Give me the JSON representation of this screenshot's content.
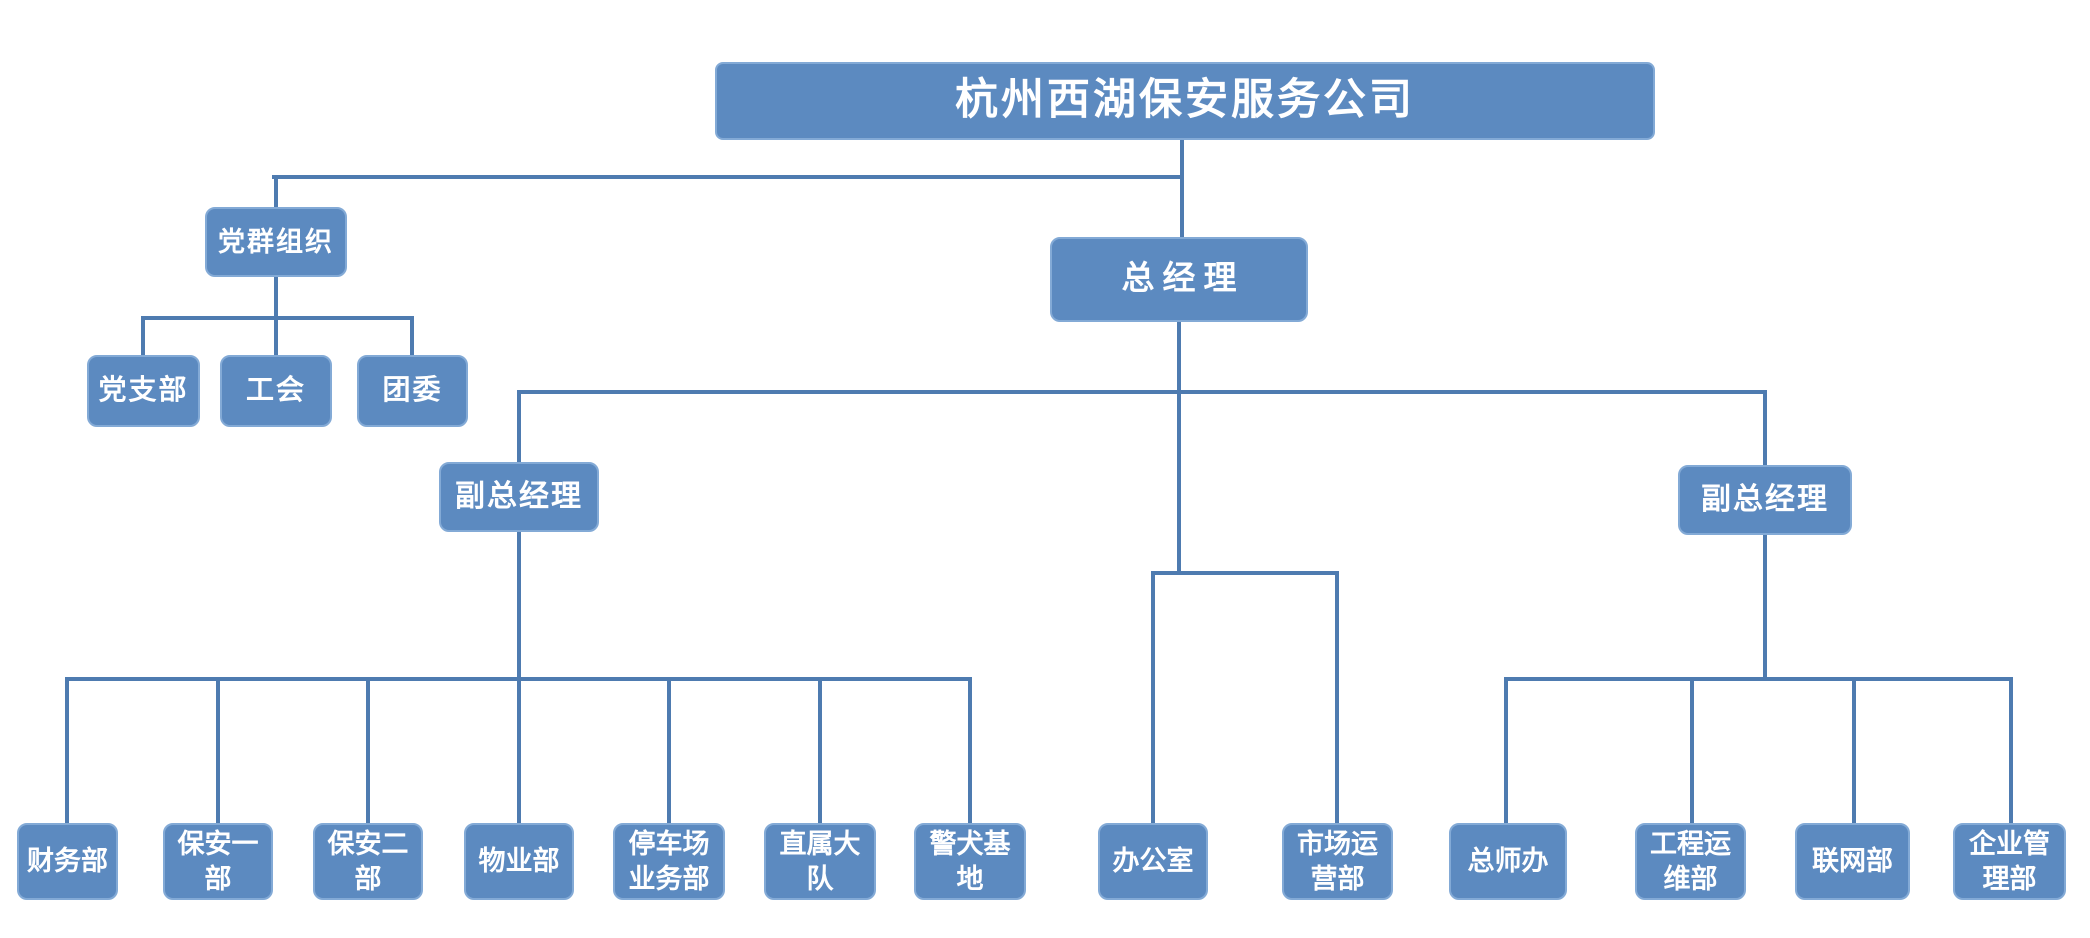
{
  "colors": {
    "node_fill": "#5C8AC0",
    "node_border": "#83AAD6",
    "connector": "#4E7BB0",
    "node_text": "#FFFFFF",
    "canvas_bg": "#FFFFFF"
  },
  "org": {
    "company": {
      "label": "杭州西湖保安服务公司"
    },
    "party_group": {
      "label": "党群组织",
      "children": [
        {
          "label": "党支部"
        },
        {
          "label": "工会"
        },
        {
          "label": "团委"
        }
      ]
    },
    "general_manager": {
      "label": "总经理",
      "direct_departments": [
        {
          "label": "办公室"
        },
        {
          "label": "市场运营部"
        }
      ]
    },
    "deputy_gm_left": {
      "label": "副总经理",
      "children": [
        {
          "label": "财务部"
        },
        {
          "label": "保安一部"
        },
        {
          "label": "保安二部"
        },
        {
          "label": "物业部"
        },
        {
          "label": "停车场业务部"
        },
        {
          "label": "直属大队"
        },
        {
          "label": "警犬基地"
        }
      ]
    },
    "deputy_gm_right": {
      "label": "副总经理",
      "children": [
        {
          "label": "总师办"
        },
        {
          "label": "工程运维部"
        },
        {
          "label": "联网部"
        },
        {
          "label": "企业管理部"
        }
      ]
    }
  }
}
